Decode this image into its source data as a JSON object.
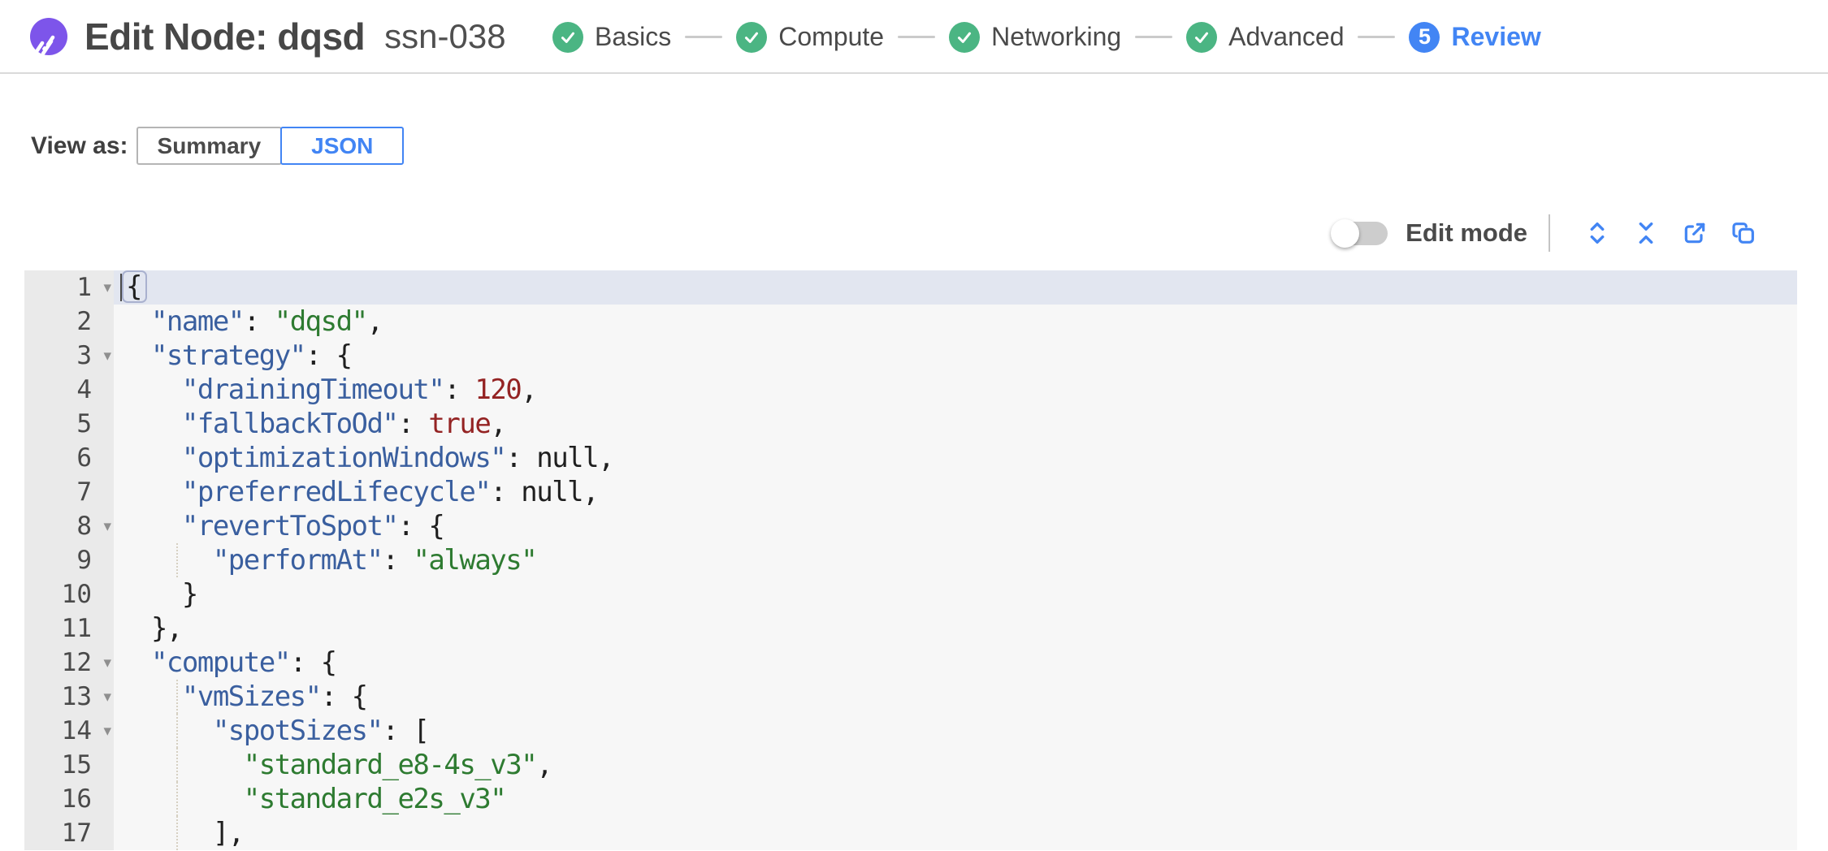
{
  "header": {
    "title": "Edit Node: dqsd",
    "subtitle": "ssn-038",
    "logo_icon": "spot-logo",
    "steps": [
      {
        "label": "Basics",
        "state": "done",
        "icon": "check-icon"
      },
      {
        "label": "Compute",
        "state": "done",
        "icon": "check-icon"
      },
      {
        "label": "Networking",
        "state": "done",
        "icon": "check-icon"
      },
      {
        "label": "Advanced",
        "state": "done",
        "icon": "check-icon"
      },
      {
        "label": "Review",
        "state": "active",
        "number": "5"
      }
    ]
  },
  "view_as": {
    "label": "View as:",
    "options": [
      {
        "label": "Summary",
        "selected": false
      },
      {
        "label": "JSON",
        "selected": true
      }
    ]
  },
  "toolbar": {
    "edit_mode_label": "Edit mode",
    "edit_mode_on": false,
    "icons": [
      "expand-all-icon",
      "collapse-all-icon",
      "export-icon",
      "copy-icon"
    ]
  },
  "colors": {
    "accent_blue": "#4285f4",
    "done_green": "#4bb583",
    "logo_purple": "#7d55ea",
    "syntax_key": "#3a5f9f",
    "syntax_string": "#2e7b31",
    "syntax_number": "#942323",
    "syntax_boolean": "#942323",
    "syntax_null": "#1f1f1f"
  },
  "editor": {
    "lines": [
      {
        "num": 1,
        "fold": true,
        "active": true,
        "cursor": true,
        "tokens": [
          [
            "ba",
            "{"
          ]
        ]
      },
      {
        "num": 2,
        "tokens": [
          [
            "p",
            "  "
          ],
          [
            "k",
            "\"name\""
          ],
          [
            "p",
            ": "
          ],
          [
            "s",
            "\"dqsd\""
          ],
          [
            "p",
            ","
          ]
        ]
      },
      {
        "num": 3,
        "fold": true,
        "tokens": [
          [
            "p",
            "  "
          ],
          [
            "k",
            "\"strategy\""
          ],
          [
            "p",
            ": {"
          ]
        ]
      },
      {
        "num": 4,
        "tokens": [
          [
            "p",
            "    "
          ],
          [
            "k",
            "\"drainingTimeout\""
          ],
          [
            "p",
            ": "
          ],
          [
            "n",
            "120"
          ],
          [
            "p",
            ","
          ]
        ]
      },
      {
        "num": 5,
        "tokens": [
          [
            "p",
            "    "
          ],
          [
            "k",
            "\"fallbackToOd\""
          ],
          [
            "p",
            ": "
          ],
          [
            "b",
            "true"
          ],
          [
            "p",
            ","
          ]
        ]
      },
      {
        "num": 6,
        "tokens": [
          [
            "p",
            "    "
          ],
          [
            "k",
            "\"optimizationWindows\""
          ],
          [
            "p",
            ": "
          ],
          [
            "u",
            "null"
          ],
          [
            "p",
            ","
          ]
        ]
      },
      {
        "num": 7,
        "tokens": [
          [
            "p",
            "    "
          ],
          [
            "k",
            "\"preferredLifecycle\""
          ],
          [
            "p",
            ": "
          ],
          [
            "u",
            "null"
          ],
          [
            "p",
            ","
          ]
        ]
      },
      {
        "num": 8,
        "fold": true,
        "tokens": [
          [
            "p",
            "    "
          ],
          [
            "k",
            "\"revertToSpot\""
          ],
          [
            "p",
            ": {"
          ]
        ]
      },
      {
        "num": 9,
        "guide": true,
        "tokens": [
          [
            "p",
            "      "
          ],
          [
            "k",
            "\"performAt\""
          ],
          [
            "p",
            ": "
          ],
          [
            "s",
            "\"always\""
          ]
        ]
      },
      {
        "num": 10,
        "tokens": [
          [
            "p",
            "    }"
          ]
        ]
      },
      {
        "num": 11,
        "tokens": [
          [
            "p",
            "  },"
          ]
        ]
      },
      {
        "num": 12,
        "fold": true,
        "tokens": [
          [
            "p",
            "  "
          ],
          [
            "k",
            "\"compute\""
          ],
          [
            "p",
            ": {"
          ]
        ]
      },
      {
        "num": 13,
        "fold": true,
        "guide": true,
        "tokens": [
          [
            "p",
            "    "
          ],
          [
            "k",
            "\"vmSizes\""
          ],
          [
            "p",
            ": {"
          ]
        ]
      },
      {
        "num": 14,
        "fold": true,
        "guide": true,
        "tokens": [
          [
            "p",
            "      "
          ],
          [
            "k",
            "\"spotSizes\""
          ],
          [
            "p",
            ": ["
          ]
        ]
      },
      {
        "num": 15,
        "guide": true,
        "tokens": [
          [
            "p",
            "        "
          ],
          [
            "s",
            "\"standard_e8-4s_v3\""
          ],
          [
            "p",
            ","
          ]
        ]
      },
      {
        "num": 16,
        "guide": true,
        "tokens": [
          [
            "p",
            "        "
          ],
          [
            "s",
            "\"standard_e2s_v3\""
          ]
        ]
      },
      {
        "num": 17,
        "guide": true,
        "tokens": [
          [
            "p",
            "      ],"
          ]
        ]
      }
    ]
  }
}
